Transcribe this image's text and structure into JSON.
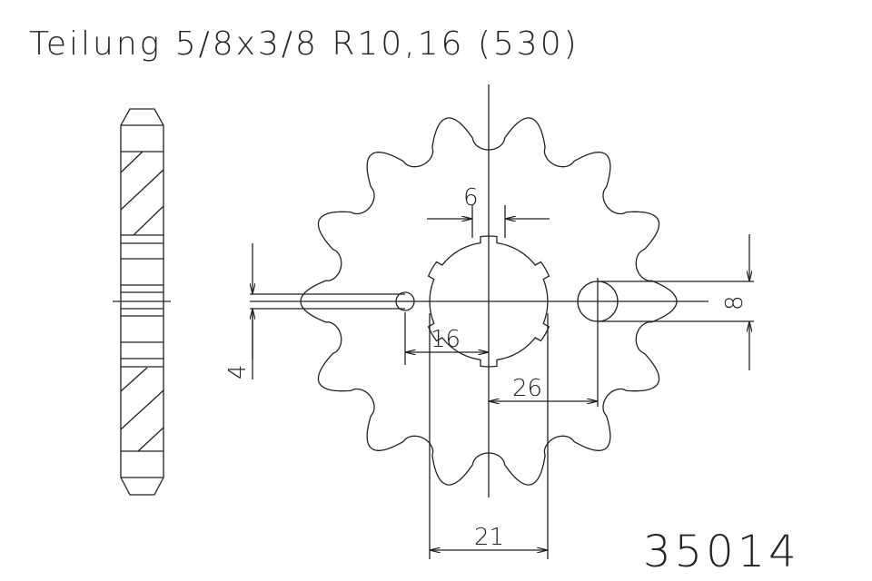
{
  "title": "Teilung 5/8x3/8 R10,16 (530)",
  "part_number": "35014",
  "sprocket": {
    "teeth": 14
  },
  "dimensions": {
    "key_width": "6",
    "small_hole_offset": "16",
    "large_hole_offset": "26",
    "bore_width": "21",
    "small_hole_dia": "4",
    "large_hole_dia": "8"
  },
  "colors": {
    "line": "#222222",
    "background": "#ffffff"
  }
}
